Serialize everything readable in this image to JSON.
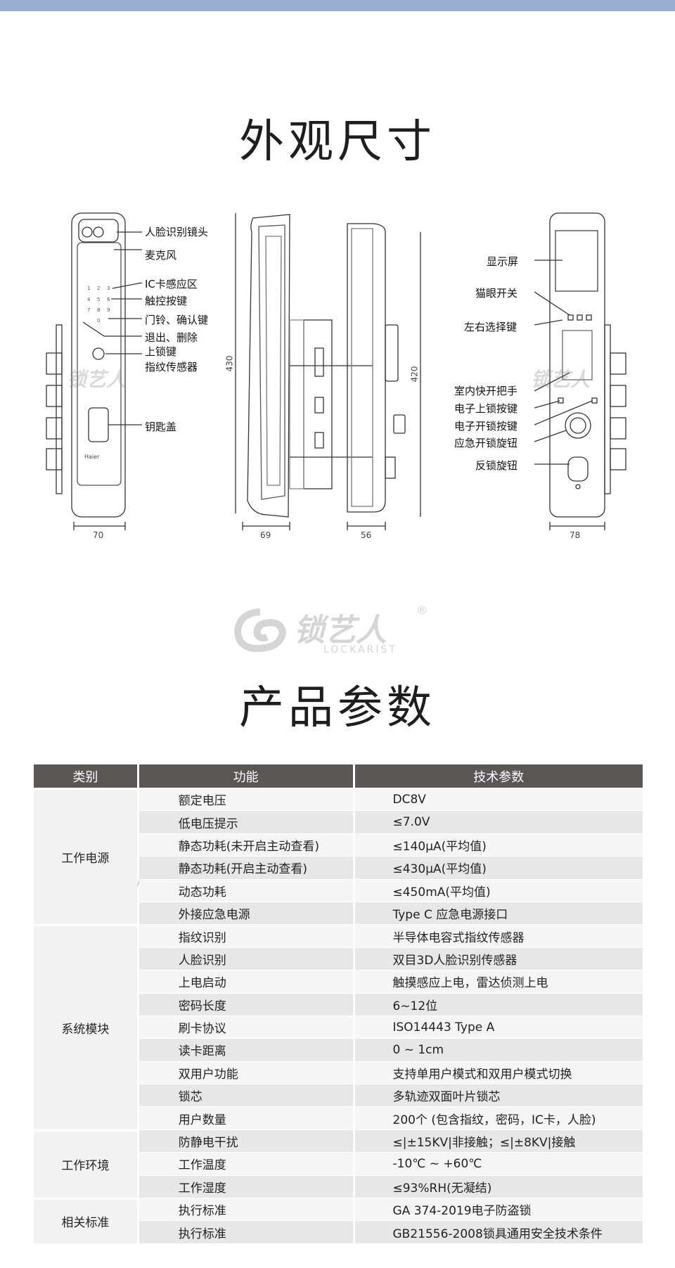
{
  "section1_title": "外观尺寸",
  "section2_title": "产品参数",
  "watermark": {
    "brand": "锁艺人",
    "sub": "LOCKARIST",
    "reg": "®"
  },
  "front_labels": [
    "人脸识别镜头",
    "麦克风",
    "IC卡感应区",
    "触控按键",
    "门铃、确认键",
    "退出、删除",
    "上锁键",
    "指纹传感器",
    "钥匙盖"
  ],
  "back_labels": [
    "显示屏",
    "猫眼开关",
    "左右选择键",
    "室内快开把手",
    "电子上锁按键",
    "电子开锁按键",
    "应急开锁旋钮",
    "反锁旋钮"
  ],
  "brand_on_panel": "Haier",
  "keypad": [
    "1",
    "2",
    "3",
    "4",
    "5",
    "6",
    "7",
    "8",
    "9",
    "0"
  ],
  "dimensions": {
    "front_height": "430",
    "front_width": "70",
    "side_front_depth": "69",
    "side_back_depth": "56",
    "back_height": "420",
    "back_width": "78"
  },
  "table": {
    "headers": [
      "类别",
      "功能",
      "技术参数"
    ],
    "groups": [
      {
        "category": "工作电源",
        "rows": [
          [
            "额定电压",
            "DC8V"
          ],
          [
            "低电压提示",
            "≤7.0V"
          ],
          [
            "静态功耗(未开启主动查看)",
            "≤140μA(平均值)"
          ],
          [
            "静态功耗(开启主动查看)",
            "≤430μA(平均值)"
          ],
          [
            "动态功耗",
            "≤450mA(平均值)"
          ],
          [
            "外接应急电源",
            "Type C 应急电源接口"
          ]
        ]
      },
      {
        "category": "系统模块",
        "rows": [
          [
            "指纹识别",
            "半导体电容式指纹传感器"
          ],
          [
            "人脸识别",
            "双目3D人脸识别传感器"
          ],
          [
            "上电启动",
            "触摸感应上电，雷达侦测上电"
          ],
          [
            "密码长度",
            "6~12位"
          ],
          [
            "刷卡协议",
            "ISO14443  Type A"
          ],
          [
            "读卡距离",
            "0 ~ 1cm"
          ],
          [
            "双用户功能",
            "支持单用户模式和双用户模式切换"
          ],
          [
            "锁芯",
            "多轨迹双面叶片锁芯"
          ],
          [
            "用户数量",
            "200个 (包含指纹，密码，IC卡，人脸)"
          ]
        ]
      },
      {
        "category": "工作环境",
        "rows": [
          [
            "防静电干扰",
            "≤|±15KV|非接触；≤|±8KV|接触"
          ],
          [
            "工作温度",
            "-10℃ ~ +60℃"
          ],
          [
            "工作湿度",
            "≤93%RH(无凝结)"
          ]
        ]
      },
      {
        "category": "相关标准",
        "rows": [
          [
            "执行标准",
            "GA 374-2019电子防盗锁"
          ],
          [
            "执行标准",
            "GB21556-2008锁具通用安全技术条件"
          ]
        ]
      }
    ]
  }
}
